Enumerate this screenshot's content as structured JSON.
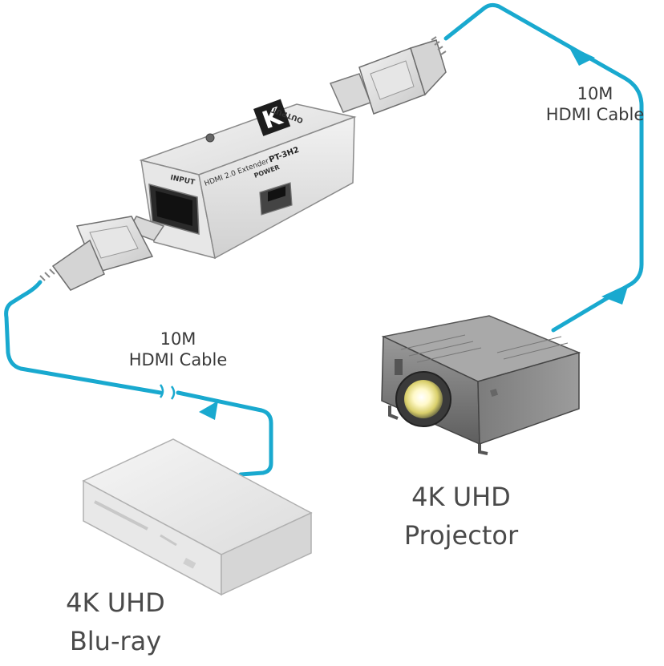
{
  "diagram": {
    "cable_color": "#19a9cf",
    "extender": {
      "model": "PT-3H2",
      "subtitle": "HDMI 2.0 Extender",
      "input_label": "INPUT",
      "output_label": "OUTPUT",
      "power_label": "POWER"
    },
    "cable_top": {
      "line1": "10M",
      "line2": "HDMI Cable"
    },
    "cable_bottom": {
      "line1": "10M",
      "line2": "HDMI Cable"
    },
    "projector": {
      "line1": "4K UHD",
      "line2": "Projector"
    },
    "bluray": {
      "line1": "4K UHD",
      "line2": "Blu-ray"
    }
  }
}
